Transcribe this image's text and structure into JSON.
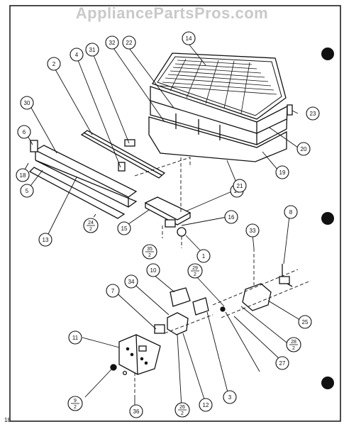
{
  "watermark": "AppliancePartsPros.com",
  "page_number": "18",
  "callouts": [
    "1",
    "2",
    "3",
    "4",
    "5",
    "6",
    "7",
    "8",
    "10",
    "11",
    "12",
    "13",
    "14",
    "15",
    "16",
    "17",
    "18",
    "19",
    "20",
    "21",
    "22",
    "23",
    "25",
    "26",
    "27",
    "30",
    "31",
    "32",
    "33",
    "34",
    "36"
  ],
  "fraction_callouts": [
    {
      "num": "24",
      "den": "2"
    },
    {
      "num": "35",
      "den": "2"
    },
    {
      "num": "29",
      "den": "2"
    },
    {
      "num": "28",
      "den": "2"
    },
    {
      "num": "26",
      "den": "2"
    },
    {
      "num": "9",
      "den": "2"
    }
  ]
}
